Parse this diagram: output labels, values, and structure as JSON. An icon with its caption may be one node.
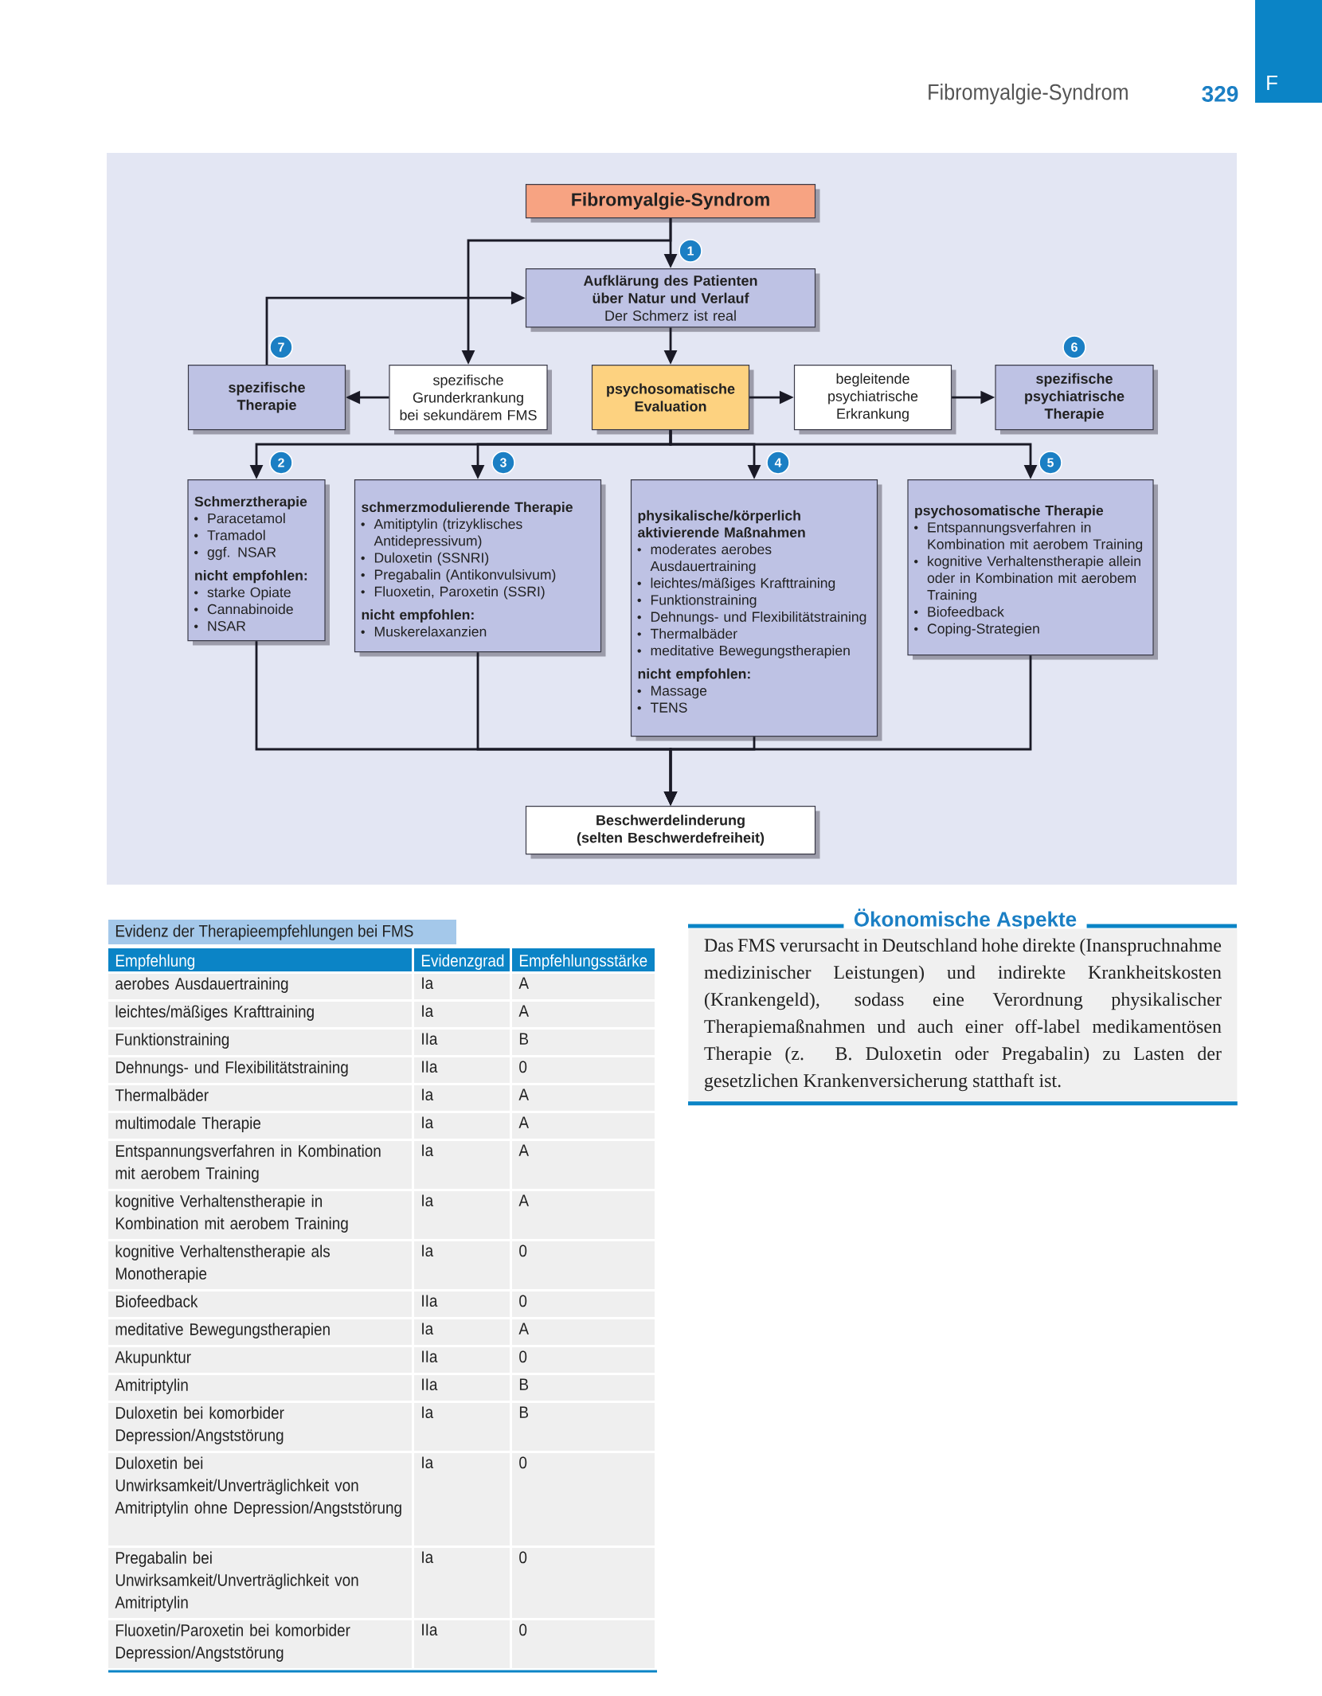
{
  "diagram": {
    "nodes": [
      {
        "text": [
          "Fibromyalgie-Syndrom"
        ]
      },
      {
        "text": [
          "Aufklärung des Patienten über Natur und Verlauf",
          "Der Schmerz ist real"
        ],
        "beside": [
          "1"
        ]
      },
      {
        "text": [
          "spezifische Therapie"
        ],
        "beside": [
          "7"
        ]
      },
      {
        "text": [
          "spezifische Grunderkrankung bei sekundärem FMS"
        ]
      },
      {
        "text": [
          "psychosomatische Evaluation"
        ]
      },
      {
        "text": [
          "begleitende psychiatrische Erkrankung"
        ]
      },
      {
        "text": [
          "spezifische psychiatrische Therapie"
        ],
        "beside": [
          "6"
        ]
      },
      {
        "text": [
          "Schmerztherapie",
          "Paracetamol",
          "Tramadol",
          "ggf. NSAR",
          "nicht empfohlen:",
          "starke Opiate",
          "Cannabinoide",
          "NSAR"
        ],
        "beside": [
          "2"
        ]
      },
      {
        "text": [
          "schmerzmodulierende Therapie",
          "Amitiptylin (trizyklisches Antidepressivum)",
          "Duloxetin (SSNRI)",
          "Pregabalin (Antikonvulsivum)",
          "Fluoxetin, Paroxetin (SSRI)",
          "nicht empfohlen:",
          "Muskerelaxanzien"
        ],
        "beside": [
          "3"
        ]
      },
      {
        "text": [
          "physikalische/körperlich aktivierende Maßnahmen",
          "moderates aerobes Ausdauertraining",
          "leichtes/mäßiges Krafttraining",
          "Funktionstraining",
          "Dehnungs- und Flexibilitätstraining",
          "Thermalbäder",
          "meditative Bewegungstherapien",
          "nicht empfohlen:",
          "Massage",
          "TENS"
        ],
        "beside": [
          "4"
        ]
      },
      {
        "text": [
          "psychosomatische Therapie",
          "Entspannungsverfahren in Kombination mit aerobem Training",
          "kognitive Verhaltenstherapie allein oder in Kombination mit aerobem Training",
          "Biofeedback",
          "Coping-Strategien"
        ],
        "beside": [
          "5"
        ]
      },
      {
        "text": [
          "Beschwerdelinderung (selten Beschwerdefreiheit)"
        ]
      }
    ],
    "edges": [
      {
        "from": 0,
        "to": 1,
        "arrow": "to"
      },
      {
        "from": 0,
        "to": 3,
        "arrow": "to"
      },
      {
        "from": 2,
        "to": 1,
        "arrow": "to"
      },
      {
        "from": 1,
        "to": 4,
        "arrow": "to"
      },
      {
        "from": 3,
        "to": 2,
        "arrow": "to"
      },
      {
        "from": 4,
        "to": 5,
        "arrow": "to"
      },
      {
        "from": 5,
        "to": 6,
        "arrow": "to"
      },
      {
        "from": 4,
        "to": 7,
        "arrow": "to"
      },
      {
        "from": 4,
        "to": 8,
        "arrow": "to"
      },
      {
        "from": 4,
        "to": 9,
        "arrow": "to"
      },
      {
        "from": 4,
        "to": 10,
        "arrow": "to"
      },
      {
        "from": 7,
        "to": 11,
        "arrow": "to"
      },
      {
        "from": 8,
        "to": 11,
        "arrow": "to"
      },
      {
        "from": 9,
        "to": 11,
        "arrow": "to"
      },
      {
        "from": 10,
        "to": 11,
        "arrow": "to"
      }
    ],
    "labels": [
      "Fibromyalgie-Syndrom",
      "329",
      "F",
      "Evidenz der Therapieempfehlungen bei FMS",
      "Empfehlung",
      "Evidenzgrad",
      "Empfehlungsstärke",
      "aerobes Ausdauertraining",
      "Ia",
      "A",
      "leichtes/mäßiges Krafttraining",
      "Ia",
      "A",
      "Funktionstraining",
      "IIa",
      "B",
      "Dehnungs- und Flexibilitätstraining",
      "IIa",
      "0",
      "Thermalbäder",
      "Ia",
      "A",
      "multimodale Therapie",
      "Ia",
      "A",
      "Entspannungsverfahren in Kombination mit aerobem Training",
      "Ia",
      "A",
      "kognitive Verhaltenstherapie in Kombination mit aerobem Training",
      "Ia",
      "A",
      "kognitive Verhaltenstherapie als Monotherapie",
      "Ia",
      "0",
      "Biofeedback",
      "IIa",
      "0",
      "meditative Bewegungstherapien",
      "Ia",
      "A",
      "Akupunktur",
      "IIa",
      "0",
      "Amitriptylin",
      "IIa",
      "B",
      "Duloxetin bei komorbider Depression/Angststörung",
      "Ia",
      "B",
      "Duloxetin bei Unwirksamkeit/Unverträglichkeit von Amitriptylin ohne Depression/Angststörung",
      "Ia",
      "0",
      "Pregabalin bei Unwirksamkeit/Unverträglichkeit von Amitriptylin",
      "Ia",
      "0",
      "Fluoxetin/Paroxetin bei komorbider Depression/Angststörung",
      "IIa",
      "0",
      "Ökonomische Aspekte",
      "Das FMS verursacht in Deutschland hohe direkte (Inanspruchnahme medizinischer Leistungen) und indirekte Krankheitskosten (Krankengeld), sodass eine Verordnung physikalischer Therapiemaßnahmen und auch einer off-label medikamentösen Therapie (z. B. Duloxetin oder Pregabalin) zu Lasten der gesetzlichen Krankenversicherung statthaft ist."
    ]
  }
}
